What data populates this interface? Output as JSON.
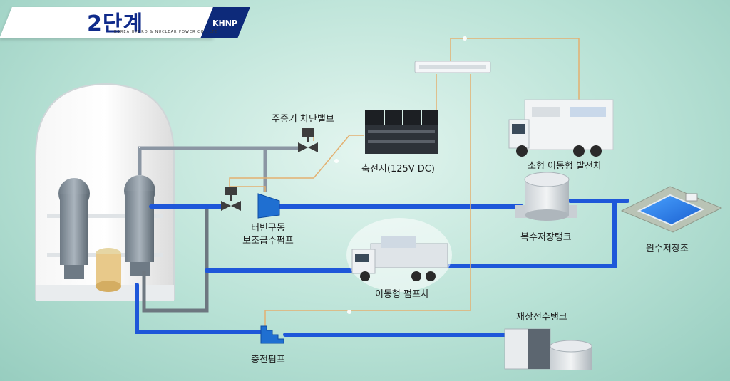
{
  "header": {
    "stage_title": "2단계",
    "company_sub": "KOREA HYDRO & NUCLEAR POWER CO., LTD",
    "logo_text": "KHNP"
  },
  "labels": {
    "main_steam_valve": "주증기 차단밸브",
    "battery": "축전지(125V DC)",
    "generator_truck": "소형 이동형 발전차",
    "turbine_pump_line1": "터빈구동",
    "turbine_pump_line2": "보조급수펌프",
    "condensate_tank": "복수저장탱크",
    "raw_water_pond": "원수저장조",
    "pump_truck": "이동형 펌프차",
    "refuel_tank": "재장전수탱크",
    "charging_pump": "충전펌프"
  },
  "colors": {
    "water_line": "#1e57d9",
    "steam_line": "#8b96a3",
    "power_line": "#e3b070",
    "valve": "#3d3d3d",
    "pump": "#1f6fd1"
  }
}
